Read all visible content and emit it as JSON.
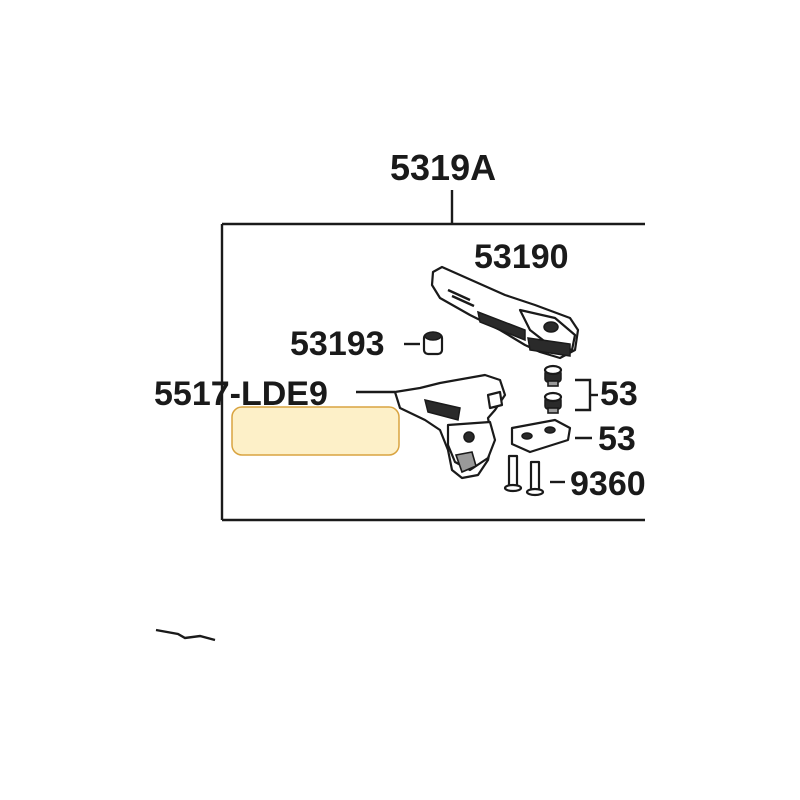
{
  "callouts": {
    "assembly": "5319A",
    "bar_top": "53190",
    "collar": "53193",
    "lever_left": "5517-LDE9",
    "bolt_group": "53",
    "plate": "53",
    "pins": "9360"
  },
  "highlight": {
    "fill_color": "#fdf0c8",
    "border_color": "#d9a441"
  }
}
